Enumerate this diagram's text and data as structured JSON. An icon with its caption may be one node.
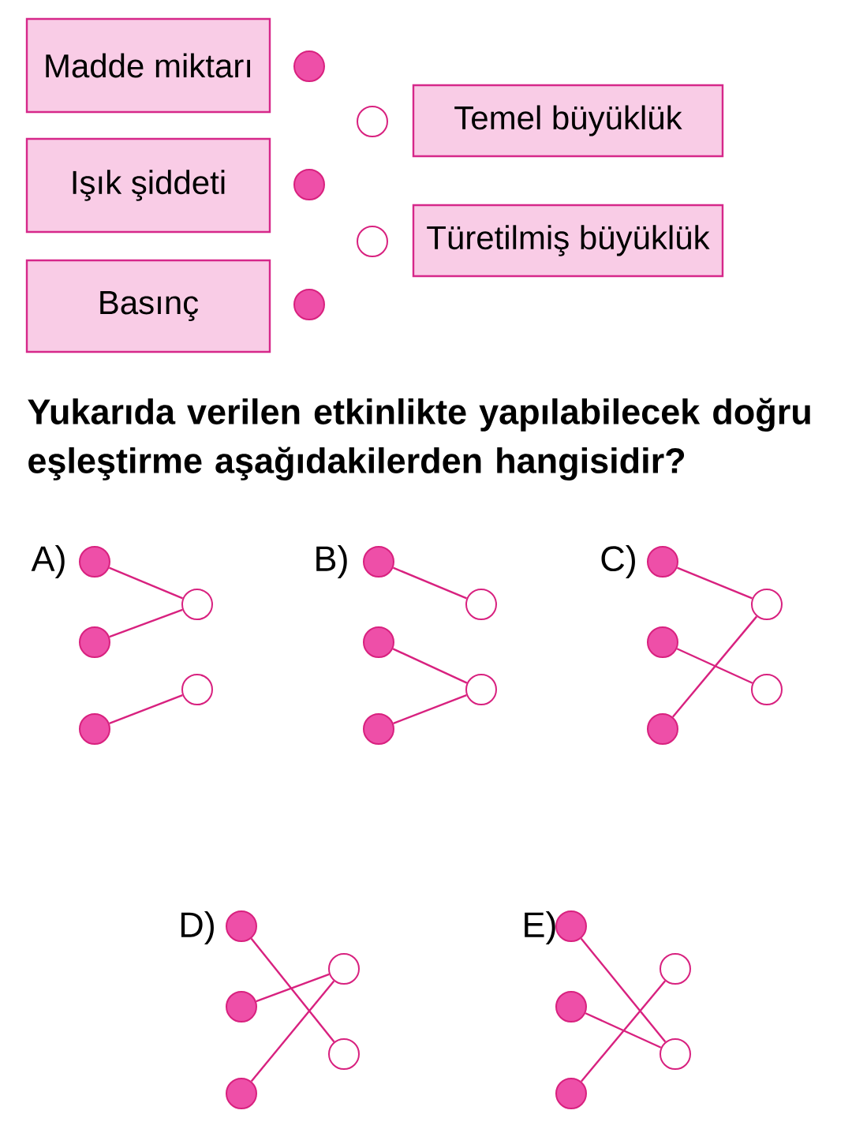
{
  "diagram": {
    "nodes": [
      {
        "text": [
          "Madde miktarı"
        ]
      },
      {
        "text": [
          "Işık şiddeti"
        ]
      },
      {
        "text": [
          "Basınç"
        ]
      },
      {
        "text": [],
        "shape": "circle"
      },
      {
        "text": [],
        "shape": "circle"
      },
      {
        "text": [],
        "shape": "circle"
      },
      {
        "text": [],
        "shape": "circle"
      },
      {
        "text": [],
        "shape": "circle"
      },
      {
        "text": [
          "Temel büyüklük"
        ]
      },
      {
        "text": [
          "Türetilmiş büyüklük"
        ]
      },
      {
        "text": [],
        "shape": "circle"
      },
      {
        "text": [],
        "shape": "circle"
      },
      {
        "text": [],
        "shape": "circle"
      },
      {
        "text": [],
        "shape": "circle"
      },
      {
        "text": [],
        "shape": "circle"
      },
      {
        "text": [],
        "shape": "circle"
      },
      {
        "text": [],
        "shape": "circle"
      },
      {
        "text": [],
        "shape": "circle"
      },
      {
        "text": [],
        "shape": "circle"
      },
      {
        "text": [],
        "shape": "circle"
      },
      {
        "text": [],
        "shape": "circle"
      },
      {
        "text": [],
        "shape": "circle"
      },
      {
        "text": [],
        "shape": "circle"
      },
      {
        "text": [],
        "shape": "circle"
      },
      {
        "text": [],
        "shape": "circle"
      },
      {
        "text": [],
        "shape": "circle"
      },
      {
        "text": [],
        "shape": "circle"
      },
      {
        "text": [],
        "shape": "circle"
      },
      {
        "text": [],
        "shape": "circle"
      },
      {
        "text": [],
        "shape": "circle"
      },
      {
        "text": [],
        "shape": "circle"
      },
      {
        "text": [],
        "shape": "circle"
      },
      {
        "text": [],
        "shape": "circle"
      },
      {
        "text": [],
        "shape": "circle"
      },
      {
        "text": [],
        "shape": "circle"
      }
    ],
    "edges": [
      {
        "from": 10,
        "to": 13,
        "arrow": "none"
      },
      {
        "from": 11,
        "to": 13,
        "arrow": "none"
      },
      {
        "from": 12,
        "to": 14,
        "arrow": "none"
      },
      {
        "from": 15,
        "to": 18,
        "arrow": "none"
      },
      {
        "from": 16,
        "to": 19,
        "arrow": "none"
      },
      {
        "from": 17,
        "to": 19,
        "arrow": "none"
      },
      {
        "from": 20,
        "to": 23,
        "arrow": "none"
      },
      {
        "from": 21,
        "to": 24,
        "arrow": "none"
      },
      {
        "from": 22,
        "to": 23,
        "arrow": "none"
      },
      {
        "from": 25,
        "to": 29,
        "arrow": "none"
      },
      {
        "from": 26,
        "to": 28,
        "arrow": "none"
      },
      {
        "from": 27,
        "to": 28,
        "arrow": "none"
      },
      {
        "from": 30,
        "to": 34,
        "arrow": "none"
      },
      {
        "from": 31,
        "to": 34,
        "arrow": "none"
      },
      {
        "from": 32,
        "to": 33,
        "arrow": "none"
      }
    ],
    "labels": [
      "Yukarıda verilen etkinlikte yapılabilecek doğru eşleştirme aşağıdakilerden hangisidir?",
      "A)",
      "B)",
      "C)",
      "D)",
      "E)"
    ]
  }
}
